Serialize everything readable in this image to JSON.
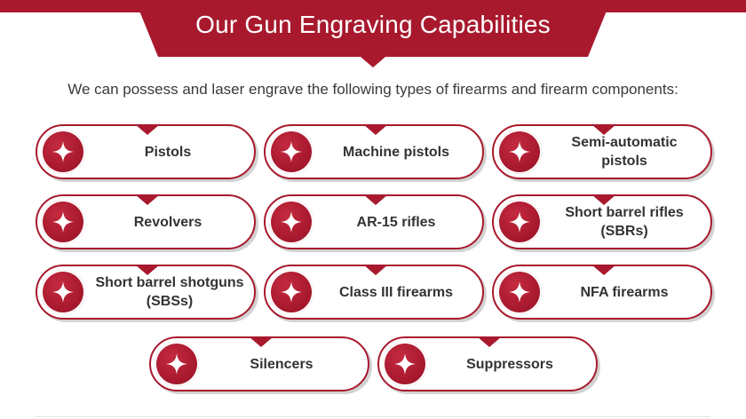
{
  "header": {
    "title": "Our Gun Engraving Capabilities"
  },
  "intro": {
    "text": "We can possess and laser engrave the following types of firearms and firearm components:"
  },
  "items": [
    {
      "label": "Pistols",
      "icon": "sparkle-icon"
    },
    {
      "label": "Machine pistols",
      "icon": "sparkle-icon"
    },
    {
      "label": "Semi-automatic pistols",
      "icon": "sparkle-icon"
    },
    {
      "label": "Revolvers",
      "icon": "sparkle-icon"
    },
    {
      "label": "AR-15 rifles",
      "icon": "sparkle-icon"
    },
    {
      "label": "Short barrel rifles (SBRs)",
      "icon": "sparkle-icon"
    },
    {
      "label": "Short barrel shotguns (SBSs)",
      "icon": "sparkle-icon"
    },
    {
      "label": "Class III firearms",
      "icon": "sparkle-icon"
    },
    {
      "label": "NFA firearms",
      "icon": "sparkle-icon"
    },
    {
      "label": "Silencers",
      "icon": "sparkle-icon"
    },
    {
      "label": "Suppressors",
      "icon": "sparkle-icon"
    }
  ],
  "colors": {
    "accent": "#a8192e",
    "text": "#333333",
    "shadow": "#d2d2d2"
  }
}
